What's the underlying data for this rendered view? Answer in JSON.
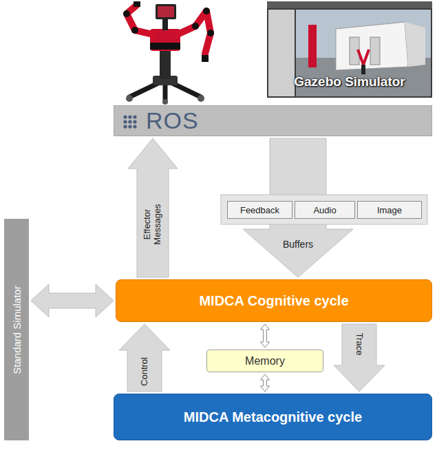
{
  "diagram": {
    "nodes": [
      {
        "text": [
          "Gazebo Simulator"
        ]
      },
      {
        "text": [
          "ROS"
        ]
      },
      {
        "text": [
          "Feedback"
        ]
      },
      {
        "text": [
          "Audio"
        ]
      },
      {
        "text": [
          "Image"
        ]
      },
      {
        "text": [
          "Standard Simulator"
        ]
      },
      {
        "text": [
          "MIDCA Cognitive cycle"
        ]
      },
      {
        "text": [
          "Memory"
        ]
      },
      {
        "text": [
          "MIDCA Metacognitive cycle"
        ]
      }
    ],
    "edges": [
      {
        "from": 6,
        "to": 1,
        "arrow": "to",
        "label": "Effector Messages"
      },
      {
        "from": 1,
        "to": 6,
        "arrow": "to",
        "label": "Buffers"
      },
      {
        "from": 5,
        "to": 6,
        "arrow": "both"
      },
      {
        "from": 8,
        "to": 6,
        "arrow": "to",
        "label": "Control"
      },
      {
        "from": 6,
        "to": 7,
        "arrow": "both"
      },
      {
        "from": 7,
        "to": 8,
        "arrow": "both"
      },
      {
        "from": 6,
        "to": 8,
        "arrow": "to",
        "label": "Trace"
      }
    ]
  }
}
